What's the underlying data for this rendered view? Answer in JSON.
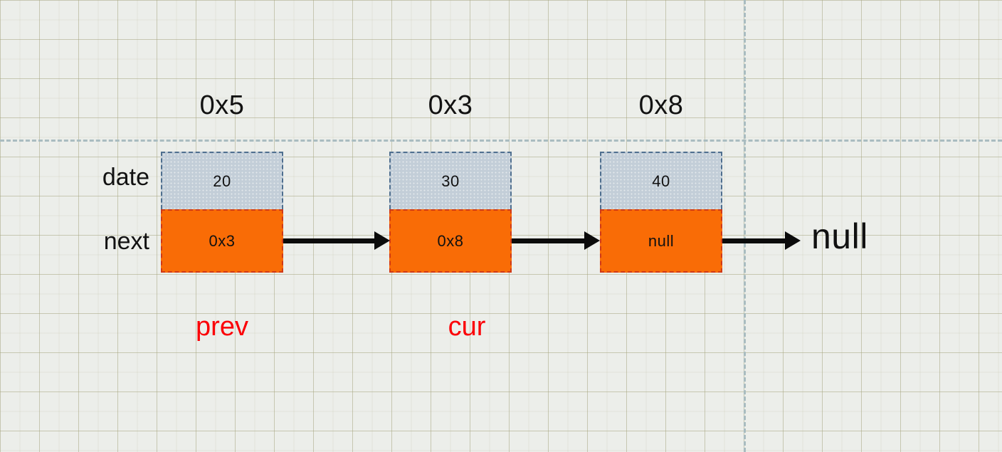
{
  "diagram": {
    "title": "singly-linked-list-pointer-traversal",
    "colors": {
      "background": "#eceeea",
      "data_cell": "#c3ced8",
      "next_cell": "#f96c06",
      "data_border": "#4f6f8f",
      "next_border": "#d03a17",
      "pointer_label": "#fb0007",
      "arrow": "#0b0b0b",
      "guide_line": "#a9bcc0"
    },
    "field_labels": [
      {
        "name": "date",
        "text": "date"
      },
      {
        "name": "next",
        "text": "next"
      }
    ],
    "nodes": [
      {
        "address": "0x5",
        "data": "20",
        "next": "0x3",
        "pointer": "prev"
      },
      {
        "address": "0x3",
        "data": "30",
        "next": "0x8",
        "pointer": "cur"
      },
      {
        "address": "0x8",
        "data": "40",
        "next": "null",
        "pointer": ""
      }
    ],
    "terminal": "null"
  }
}
